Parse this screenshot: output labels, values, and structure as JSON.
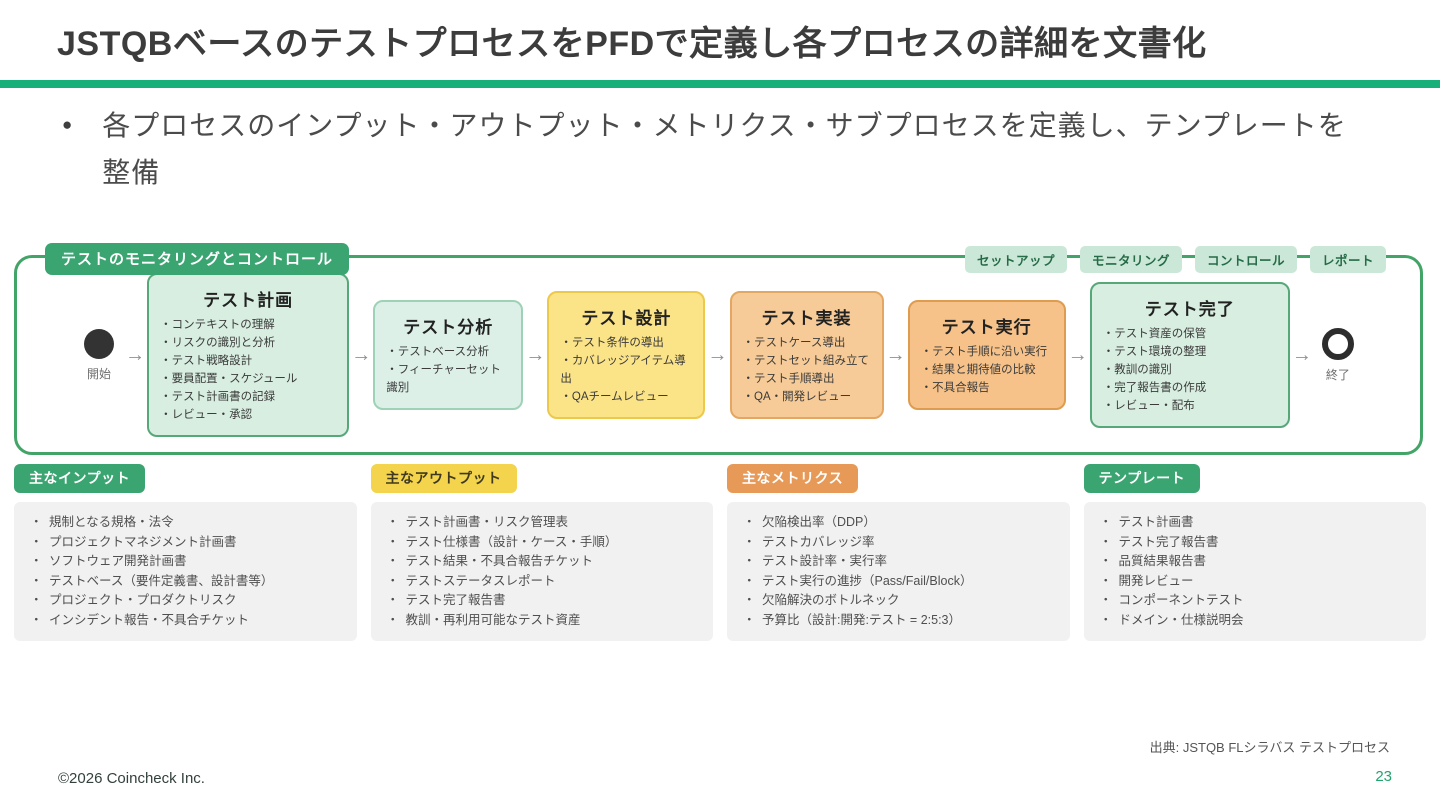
{
  "slide": {
    "title": "JSTQBベースのテストプロセスをPFDで定義し各プロセスの詳細を文書化",
    "bullet_marker": "●",
    "bullet": "各プロセスのインプット・アウトプット・メトリクス・サブプロセスを定義し、テンプレートを整備"
  },
  "diagram": {
    "monitor_label": "テストのモニタリングとコントロール",
    "phase_tags": [
      "セットアップ",
      "モニタリング",
      "コントロール",
      "レポート"
    ],
    "start_label": "開始",
    "end_label": "終了",
    "arrow_glyph": "→",
    "processes": [
      {
        "title": "テスト計画",
        "variant": "green-strong",
        "items": [
          "コンテキストの理解",
          "リスクの識別と分析",
          "テスト戦略設計",
          "要員配置・スケジュール",
          "テスト計画書の記録",
          "レビュー・承認"
        ]
      },
      {
        "title": "テスト分析",
        "variant": "green-light",
        "items": [
          "テストベース分析",
          "フィーチャーセット識別"
        ]
      },
      {
        "title": "テスト設計",
        "variant": "yellow",
        "items": [
          "テスト条件の導出",
          "カバレッジアイテム導出",
          "QAチームレビュー"
        ]
      },
      {
        "title": "テスト実装",
        "variant": "orange",
        "items": [
          "テストケース導出",
          "テストセット組み立て",
          "テスト手順導出",
          "QA・開発レビュー"
        ]
      },
      {
        "title": "テスト実行",
        "variant": "orange-deep",
        "items": [
          "テスト手順に沿い実行",
          "結果と期待値の比較",
          "不具合報告"
        ]
      },
      {
        "title": "テスト完了",
        "variant": "green-strong",
        "items": [
          "テスト資産の保管",
          "テスト環境の整理",
          "教訓の識別",
          "完了報告書の作成",
          "レビュー・配布"
        ]
      }
    ]
  },
  "panels": [
    {
      "badge": "主なインプット",
      "badge_variant": "green",
      "items": [
        "規制となる規格・法令",
        "プロジェクトマネジメント計画書",
        "ソフトウェア開発計画書",
        "テストベース（要件定義書、設計書等）",
        "プロジェクト・プロダクトリスク",
        "インシデント報告・不具合チケット"
      ]
    },
    {
      "badge": "主なアウトプット",
      "badge_variant": "yellow",
      "items": [
        "テスト計画書・リスク管理表",
        "テスト仕様書（設計・ケース・手順）",
        "テスト結果・不具合報告チケット",
        "テストステータスレポート",
        "テスト完了報告書",
        "教訓・再利用可能なテスト資産"
      ]
    },
    {
      "badge": "主なメトリクス",
      "badge_variant": "orange",
      "items": [
        "欠陥検出率（DDP）",
        "テストカバレッジ率",
        "テスト設計率・実行率",
        "テスト実行の進捗（Pass/Fail/Block）",
        "欠陥解決のボトルネック",
        "予算比（設計:開発:テスト = 2:5:3）"
      ]
    },
    {
      "badge": "テンプレート",
      "badge_variant": "green",
      "items": [
        "テスト計画書",
        "テスト完了報告書",
        "品質結果報告書",
        "開発レビュー",
        "コンポーネントテスト",
        "ドメイン・仕様説明会"
      ]
    }
  ],
  "footer": {
    "source": "出典: JSTQB FLシラバス テストプロセス",
    "copyright": "©2026 Coincheck Inc.",
    "page": "23"
  },
  "colors": {
    "accent_green": "#17b07a",
    "container_border_green": "#43a467",
    "badge_green": "#3ba572",
    "badge_yellow": "#f3d44c",
    "badge_orange": "#e79a57",
    "box_green_fill": "#d8eee1",
    "box_green_light_fill": "#ddf0e8",
    "box_yellow_fill": "#fbe388",
    "box_orange_fill": "#f7cb97",
    "box_orange_deep_fill": "#f6c289",
    "tag_fill": "#cbe7d7",
    "tag_text": "#256b47",
    "panel_gray": "#f1f1f1",
    "page_number_green": "#21a46d"
  }
}
